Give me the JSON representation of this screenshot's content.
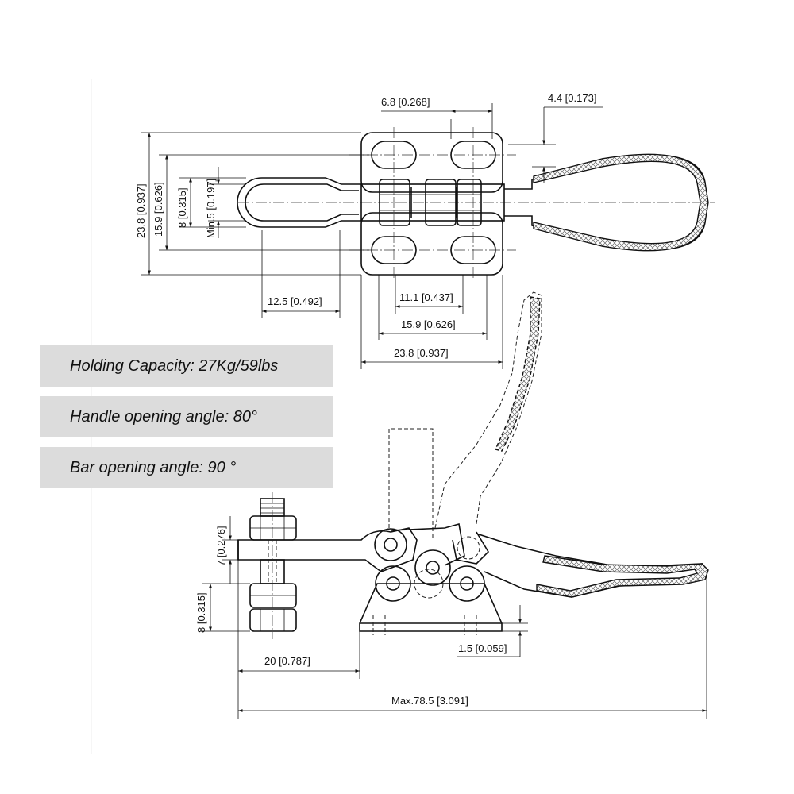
{
  "dimensions": {
    "top_view": {
      "handle_width": "6.8 [0.268]",
      "grip_thickness": "4.4 [0.173]",
      "overall_height": "23.8 [0.937]",
      "hole_spacing_vertical": "15.9 [0.626]",
      "bar_width": "8 [0.315]",
      "bar_slot": "Min.5 [0.197]",
      "bar_extension": "12.5 [0.492]",
      "hole_spacing_horizontal": "11.1 [0.437]",
      "base_inner_width": "15.9 [0.626]",
      "base_width": "23.8 [0.937]"
    },
    "side_view": {
      "arm_thickness": "7 [0.276]",
      "base_height": "8 [0.315]",
      "base_plate_thickness": "1.5 [0.059]",
      "spindle_offset": "20 [0.787]",
      "overall_length": "Max.78.5 [3.091]"
    }
  },
  "specs": [
    "Holding Capacity: 27Kg/59lbs",
    "Handle opening angle: 80°",
    "Bar opening angle: 90 °"
  ]
}
